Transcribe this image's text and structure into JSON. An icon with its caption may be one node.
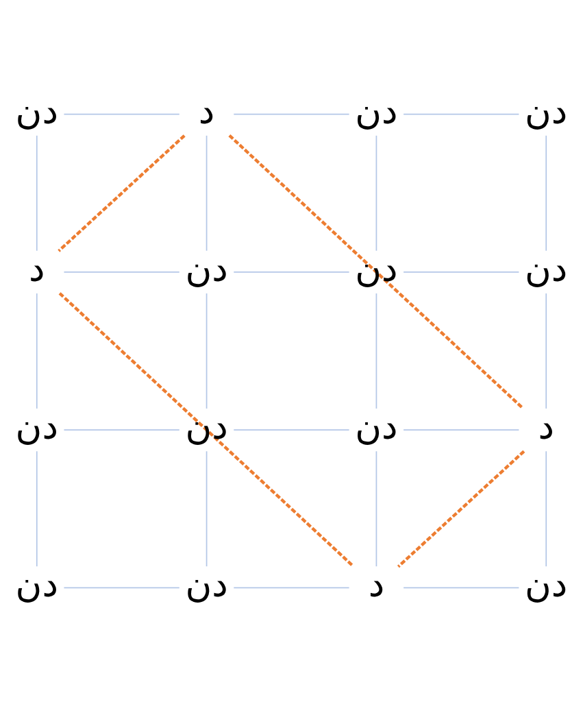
{
  "diagram": {
    "nodes": [
      {
        "text": [
          "دن"
        ]
      },
      {
        "text": [
          "د"
        ]
      },
      {
        "text": [
          "دن"
        ]
      },
      {
        "text": [
          "دن"
        ]
      },
      {
        "text": [
          "د"
        ]
      },
      {
        "text": [
          "دن"
        ]
      },
      {
        "text": [
          "دن"
        ]
      },
      {
        "text": [
          "دن"
        ]
      },
      {
        "text": [
          "دن"
        ]
      },
      {
        "text": [
          "دن"
        ]
      },
      {
        "text": [
          "دن"
        ]
      },
      {
        "text": [
          "د"
        ]
      },
      {
        "text": [
          "دن"
        ]
      },
      {
        "text": [
          "دن"
        ]
      },
      {
        "text": [
          "د"
        ]
      },
      {
        "text": [
          "دن"
        ]
      }
    ],
    "edges": [
      {
        "from": 0,
        "to": 1,
        "arrow": "none"
      },
      {
        "from": 1,
        "to": 2,
        "arrow": "none"
      },
      {
        "from": 2,
        "to": 3,
        "arrow": "none"
      },
      {
        "from": 4,
        "to": 5,
        "arrow": "none"
      },
      {
        "from": 5,
        "to": 6,
        "arrow": "none"
      },
      {
        "from": 6,
        "to": 7,
        "arrow": "none"
      },
      {
        "from": 8,
        "to": 9,
        "arrow": "none"
      },
      {
        "from": 9,
        "to": 10,
        "arrow": "none"
      },
      {
        "from": 10,
        "to": 11,
        "arrow": "none"
      },
      {
        "from": 12,
        "to": 13,
        "arrow": "none"
      },
      {
        "from": 13,
        "to": 14,
        "arrow": "none"
      },
      {
        "from": 14,
        "to": 15,
        "arrow": "none"
      },
      {
        "from": 0,
        "to": 4,
        "arrow": "none"
      },
      {
        "from": 4,
        "to": 8,
        "arrow": "none"
      },
      {
        "from": 8,
        "to": 12,
        "arrow": "none"
      },
      {
        "from": 1,
        "to": 5,
        "arrow": "none"
      },
      {
        "from": 5,
        "to": 9,
        "arrow": "none"
      },
      {
        "from": 9,
        "to": 13,
        "arrow": "none"
      },
      {
        "from": 2,
        "to": 6,
        "arrow": "none"
      },
      {
        "from": 6,
        "to": 10,
        "arrow": "none"
      },
      {
        "from": 10,
        "to": 14,
        "arrow": "none"
      },
      {
        "from": 3,
        "to": 7,
        "arrow": "none"
      },
      {
        "from": 7,
        "to": 11,
        "arrow": "none"
      },
      {
        "from": 11,
        "to": 15,
        "arrow": "none"
      },
      {
        "from": 1,
        "to": 4,
        "arrow": "none",
        "style": "dashed",
        "color": "#ed7d31"
      },
      {
        "from": 1,
        "to": 11,
        "arrow": "none",
        "style": "dashed",
        "color": "#ed7d31"
      },
      {
        "from": 4,
        "to": 14,
        "arrow": "none",
        "style": "dashed",
        "color": "#ed7d31"
      },
      {
        "from": 11,
        "to": 14,
        "arrow": "none",
        "style": "dashed",
        "color": "#ed7d31"
      }
    ]
  }
}
